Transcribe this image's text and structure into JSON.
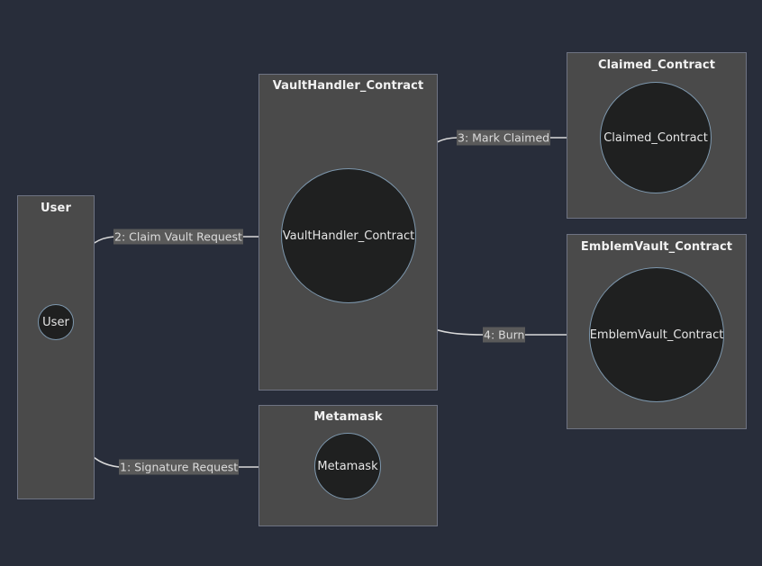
{
  "diagram": {
    "type": "sequence-communication-diagram",
    "background_color": "#282d3a",
    "group_fill_color": "#4a4a4a",
    "node_fill_color": "#1f2020",
    "node_stroke_color": "#7d97ad",
    "edge_color": "#d9d9d9",
    "label_background_color": "#5a5a5a",
    "label_text_color": "#dcdcdc",
    "groups": [
      {
        "id": "user",
        "title": "User",
        "node_label": "User"
      },
      {
        "id": "vaulthandler",
        "title": "VaultHandler_Contract",
        "node_label": "VaultHandler_Contract"
      },
      {
        "id": "metamask",
        "title": "Metamask",
        "node_label": "Metamask"
      },
      {
        "id": "claimed",
        "title": "Claimed_Contract",
        "node_label": "Claimed_Contract"
      },
      {
        "id": "emblemvault",
        "title": "EmblemVault_Contract",
        "node_label": "EmblemVault_Contract"
      }
    ],
    "edges": [
      {
        "id": "e1",
        "label": "1: Signature Request",
        "from": "User",
        "to": "Metamask"
      },
      {
        "id": "e2",
        "label": "2: Claim Vault Request",
        "from": "User",
        "to": "VaultHandler_Contract"
      },
      {
        "id": "e3",
        "label": "3: Mark Claimed",
        "from": "VaultHandler_Contract",
        "to": "Claimed_Contract"
      },
      {
        "id": "e4",
        "label": "4: Burn",
        "from": "VaultHandler_Contract",
        "to": "EmblemVault_Contract"
      }
    ]
  }
}
